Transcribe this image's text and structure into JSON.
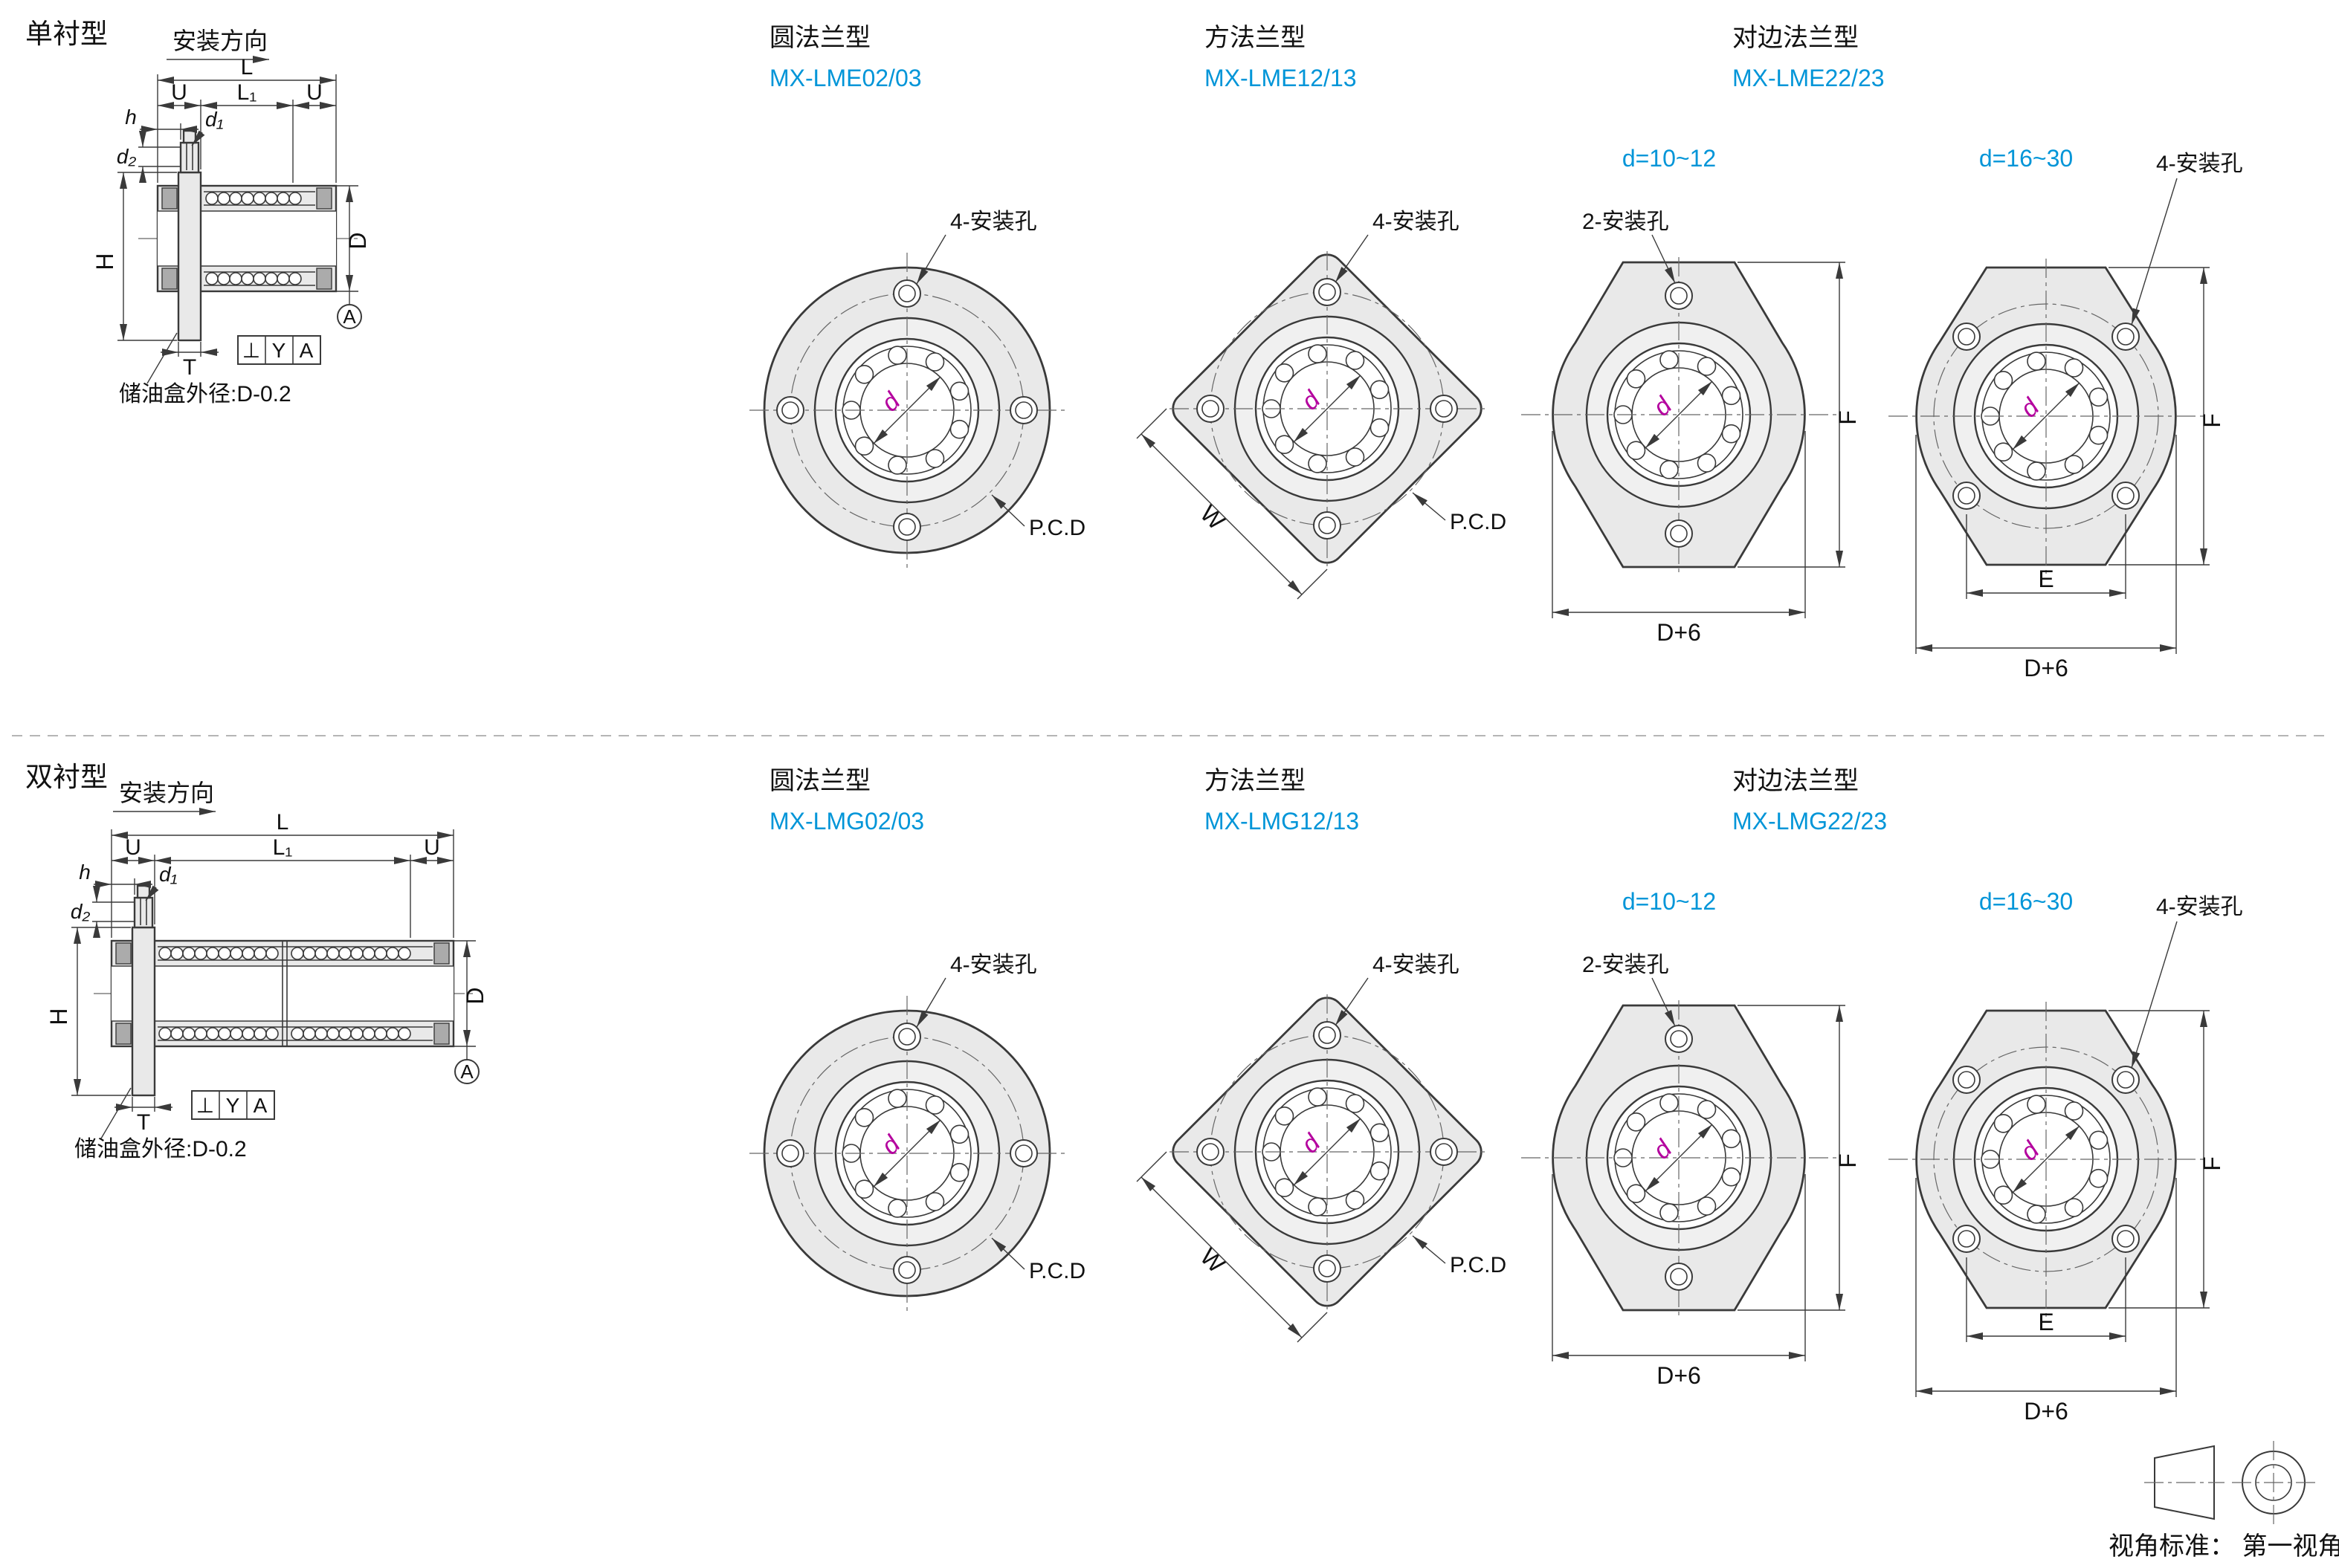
{
  "colors": {
    "line": "#3a3a3a",
    "fill_light": "#e9e9e9",
    "accent_blue": "#0095d8",
    "dim_magenta": "#b4009e",
    "seal_gray": "#ababab"
  },
  "sections": {
    "single": {
      "title": "单衬型",
      "round_model": "MX-LME02/03",
      "square_model": "MX-LME12/13",
      "opposite_model": "MX-LME22/23"
    },
    "double": {
      "title": "双衬型",
      "round_model": "MX-LMG02/03",
      "square_model": "MX-LMG12/13",
      "opposite_model": "MX-LMG22/23"
    }
  },
  "labels": {
    "install_direction": "安装方向",
    "round_type": "圆法兰型",
    "square_type": "方法兰型",
    "opposite_type": "对边法兰型",
    "range_small": "d=10~12",
    "range_large": "d=16~30",
    "holes_2": "2-安装孔",
    "holes_4": "4-安装孔",
    "pcd": "P.C.D",
    "oil_box": "储油盒外径:D-0.2",
    "view_standard": "视角标准： 第一视角"
  },
  "dims": {
    "L": "L",
    "L1": "L₁",
    "U": "U",
    "h": "h",
    "d1": "d₁",
    "d2": "d₂",
    "H": "H",
    "D": "D",
    "T": "T",
    "d": "d",
    "F": "F",
    "E": "E",
    "W": "W",
    "D_plus_6": "D+6",
    "perp": "⊥",
    "Y": "Y",
    "A": "A"
  }
}
